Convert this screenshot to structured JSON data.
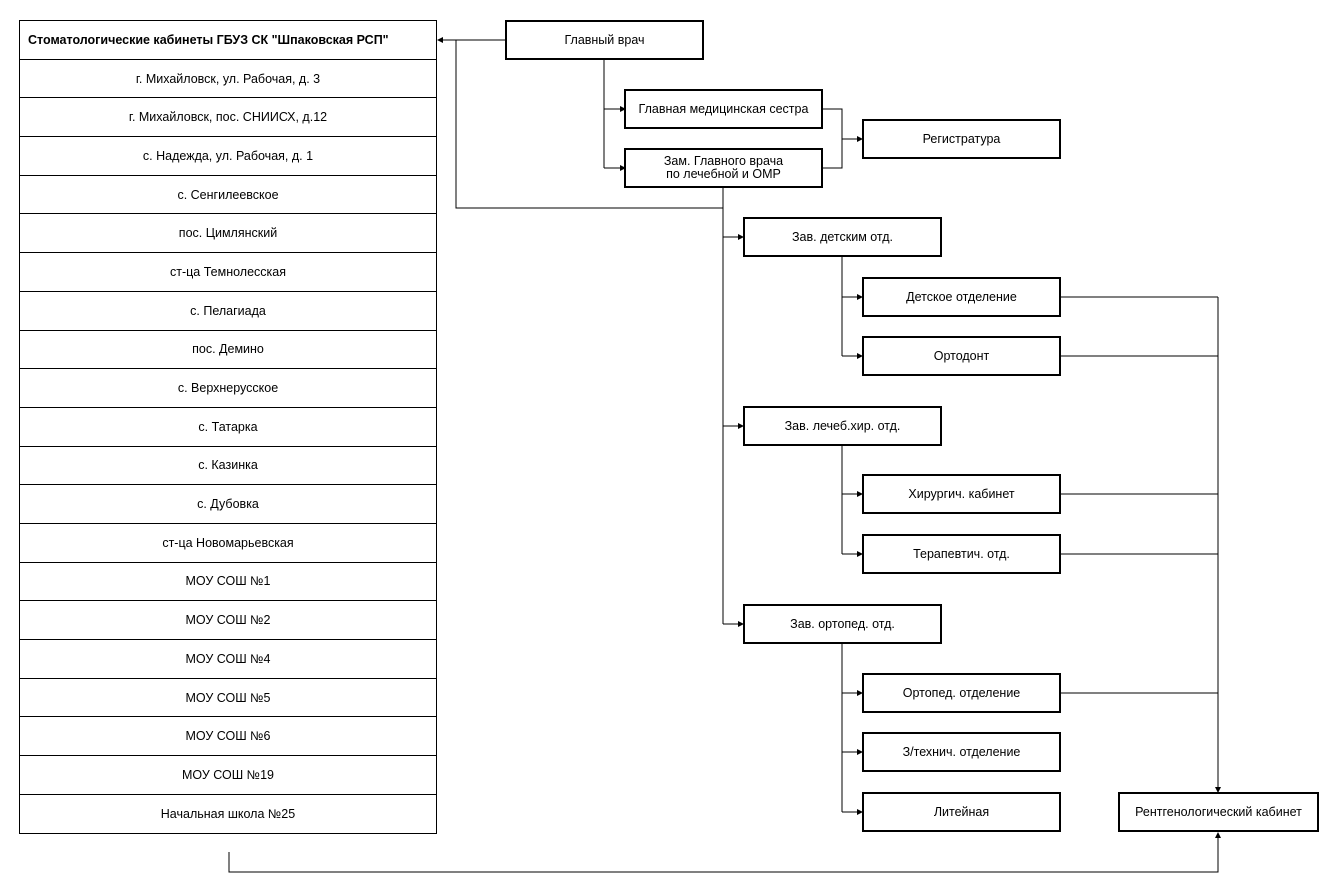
{
  "branches": {
    "title": "Стоматологические кабинеты ГБУЗ СК \"Шпаковская РСП\"",
    "items": [
      "г. Михайловск, ул. Рабочая, д. 3",
      "г. Михайловск, пос. СНИИСХ, д.12",
      "с. Надежда, ул. Рабочая, д. 1",
      "с. Сенгилеевское",
      "пос. Цимлянский",
      "ст-ца Темнолесская",
      "с. Пелагиада",
      "пос. Демино",
      "с. Верхнерусское",
      "с. Татарка",
      "с. Казинка",
      "с. Дубовка",
      "ст-ца Новомарьевская",
      "МОУ СОШ №1",
      "МОУ СОШ №2",
      "МОУ СОШ №4",
      "МОУ СОШ №5",
      "МОУ СОШ №6",
      "МОУ СОШ №19",
      "Начальная школа №25"
    ]
  },
  "org": {
    "chief_doctor": "Главный врач",
    "head_nurse": "Главная медицинская сестра",
    "deputy": "Зам. Главного врача\nпо лечебной и ОМР",
    "registry": "Регистратура",
    "head_children": "Зав. детским отд.",
    "children_dept": "Детское отделение",
    "orthodontist": "Ортодонт",
    "head_therapy_surgery": "Зав. лечеб.хир. отд.",
    "surgery_room": "Хирургич. кабинет",
    "therapy_dept": "Терапевтич. отд.",
    "head_orthopedic": "Зав. ортопед. отд.",
    "orthopedic_dept": "Ортопед. отделение",
    "dental_tech_dept": "З/технич. отделение",
    "foundry": "Литейная",
    "xray_room": "Рентгенологический кабинет"
  }
}
